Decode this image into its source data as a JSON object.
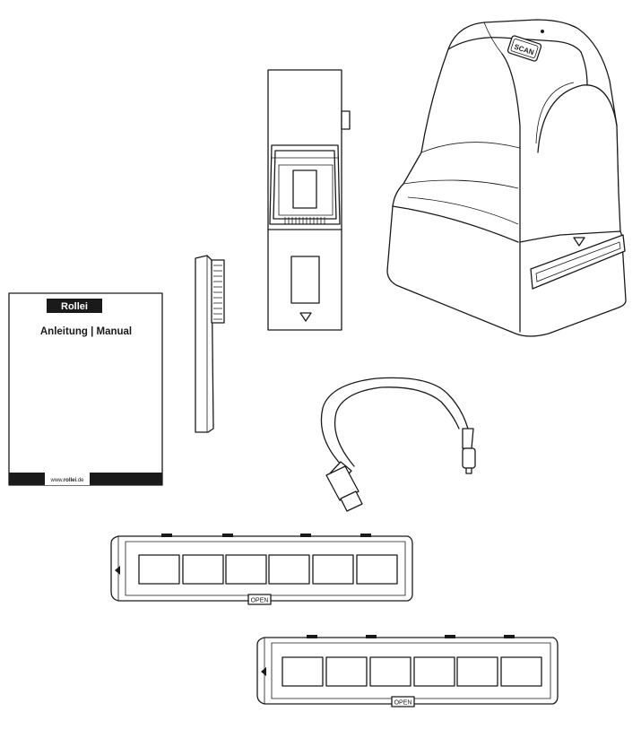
{
  "manual": {
    "brand": "Rollei",
    "title": "Anleitung | Manual",
    "url_prefix": "www.",
    "url_brand": "rollei",
    "url_suffix": ".de"
  },
  "scanner": {
    "button_label": "SCAN"
  },
  "film_holder_top": {
    "open_label": "OPEN"
  },
  "film_holder_bottom": {
    "open_label": "OPEN"
  }
}
